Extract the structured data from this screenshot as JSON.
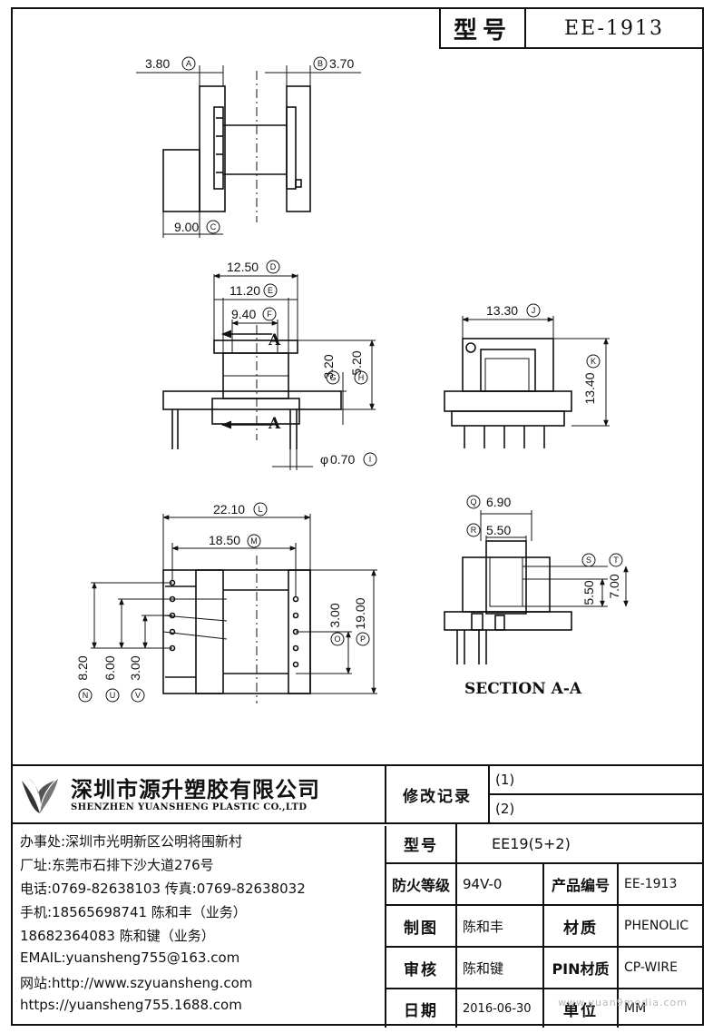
{
  "header": {
    "model_label": "型号",
    "model_value": "EE-1913"
  },
  "drawing": {
    "dims": {
      "A": "3.80",
      "B": "3.70",
      "C": "9.00",
      "D": "12.50",
      "E": "11.20",
      "F": "9.40",
      "G": "3.20",
      "H": "5.20",
      "I": "0.70",
      "J": "13.30",
      "K": "13.40",
      "L": "22.10",
      "M": "18.50",
      "N": "8.20",
      "U": "6.00",
      "V": "3.00",
      "O": "3.00",
      "P": "19.00",
      "Q": "6.90",
      "R": "5.50",
      "S": "5.50",
      "T": "7.00"
    },
    "diameter_symbol": "φ",
    "section_marker": "A",
    "section_title": "SECTION A-A"
  },
  "company": {
    "name_cn": "深圳市源升塑胶有限公司",
    "name_en": "SHENZHEN YUANSHENG PLASTIC CO.,LTD",
    "lines": [
      "办事处:深圳市光明新区公明将围新村",
      "厂址:东莞市石排下沙大道276号",
      "电话:0769-82638103 传真:0769-82638032",
      "手机:18565698741 陈和丰（业务）",
      "       18682364083 陈和键（业务）",
      "EMAIL:yuansheng755@163.com",
      "网站:http://www.szyuansheng.com",
      "       https://yuansheng755.1688.com"
    ]
  },
  "table": {
    "revision_label": "修改记录",
    "revision_1": "(1)",
    "revision_2": "(2)",
    "type_label": "型号",
    "type_value": "EE19(5+2)",
    "fire_label": "防火等级",
    "fire_value": "94V-0",
    "product_no_label": "产品编号",
    "product_no_value": "EE-1913",
    "drawn_label": "制图",
    "drawn_value": "陈和丰",
    "material_label": "材质",
    "material_value": "PHENOLIC",
    "checked_label": "审核",
    "checked_value": "陈和键",
    "pin_label": "PIN材质",
    "pin_value": "CP-WIRE",
    "date_label": "日期",
    "date_value": "2016-06-30",
    "unit_label": "单位",
    "unit_value": "MM"
  },
  "watermark": "www.yuan9media.com"
}
